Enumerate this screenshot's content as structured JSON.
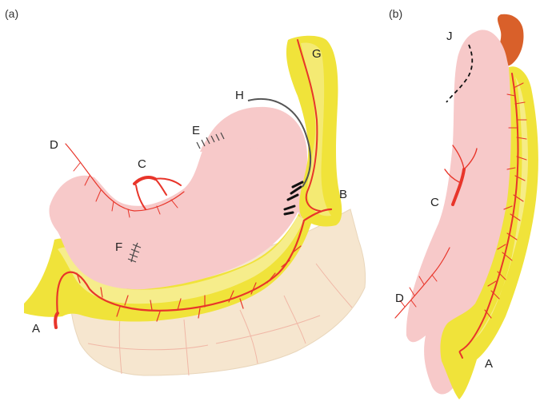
{
  "panels": {
    "a": "(a)",
    "b": "(b)"
  },
  "labels_a": {
    "A": "A",
    "B": "B",
    "C": "C",
    "D": "D",
    "E": "E",
    "F": "F",
    "G": "G",
    "H": "H"
  },
  "labels_b": {
    "J": "J",
    "C": "C",
    "D": "D",
    "A": "A"
  },
  "colors": {
    "stomach": "#f7c9c9",
    "omentum_fat": "#f0e33a",
    "omentum_light": "#f7ee9a",
    "mesentery": "#f6e6cf",
    "mesentery_line": "#f0b7a6",
    "vessel": "#e8352a",
    "staple": "#111111",
    "suture": "#444444",
    "esophagus": "#d9602a"
  }
}
